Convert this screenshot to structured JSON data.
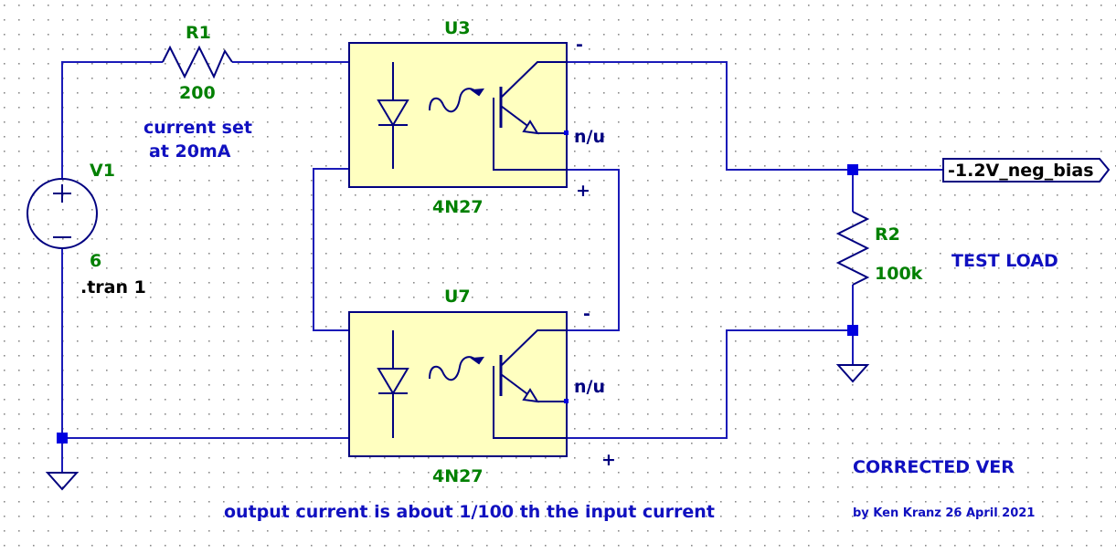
{
  "colors": {
    "wire": "#1a1ab8",
    "component": "#000080",
    "ic_fill": "#ffffc0",
    "junction": "#0000e0",
    "green_label": "#008000",
    "blue_label": "#1010c0",
    "black_label": "#000000",
    "grid_dot": "#8a8a8a"
  },
  "components": {
    "r1": {
      "name": "R1",
      "value": "200"
    },
    "r2": {
      "name": "R2",
      "value": "100k"
    },
    "v1": {
      "name": "V1",
      "value": "6"
    },
    "u3": {
      "name": "U3",
      "part": "4N27",
      "pin_minus": "-",
      "pin_plus": "+",
      "pin_nu": "n/u"
    },
    "u7": {
      "name": "U7",
      "part": "4N27",
      "pin_minus": "-",
      "pin_plus": "+",
      "pin_nu": "n/u"
    }
  },
  "directive": ".tran 1",
  "net_label": "-1.2V_neg_bias",
  "notes": {
    "current_set_1": "current set",
    "current_set_2": "at 20mA",
    "test_load": "TEST LOAD",
    "corrected": "CORRECTED VER",
    "output_current": "output current is about 1/100 th the input current",
    "author": "by Ken Kranz 26 April 2021"
  }
}
